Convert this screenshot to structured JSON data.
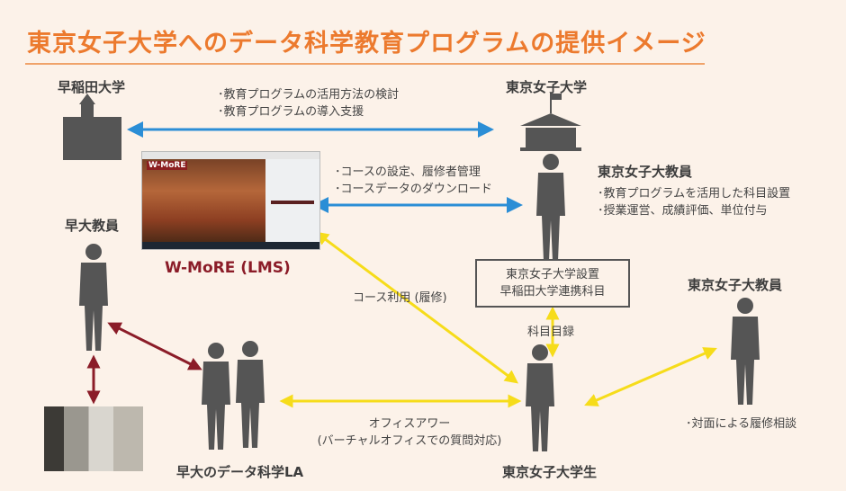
{
  "title": "東京女子大学へのデータ科学教育プログラムの提供イメージ",
  "nodes": {
    "waseda": "早稲田大学",
    "twcu": "東京女子大学",
    "waseda_faculty": "早大教員",
    "twcu_faculty_1": "東京女子大教員",
    "twcu_faculty_2": "東京女子大教員",
    "lms": "W-MoRE (LMS)",
    "lms_logo": "W-MoRE",
    "la": "早大のデータ科学LA",
    "student": "東京女子大学生"
  },
  "notes": {
    "waseda_twcu": [
      "･教育プログラムの活用方法の検討",
      "･教育プログラムの導入支援"
    ],
    "lms_faculty": [
      "･コースの設定、履修者管理",
      "･コースデータのダウンロード"
    ],
    "twcu_faculty_1": [
      "･教育プログラムを活用した科目設置",
      "･授業運営、成績評価、単位付与"
    ],
    "course_use": "コース利用 (履修)",
    "catalog": "科目目録",
    "office_hours": [
      "オフィスアワー",
      "(バーチャルオフィスでの質問対応)"
    ],
    "counseling": "･対面による履修相談"
  },
  "course_box": [
    "東京女子大学設置",
    "早稲田大学連携科目"
  ],
  "colors": {
    "title": "#ec7a2e",
    "blue_arrow": "#2b8ed6",
    "yellow_arrow": "#f6dc1a",
    "red_arrow": "#8b1c28",
    "silhouette": "#555555"
  }
}
